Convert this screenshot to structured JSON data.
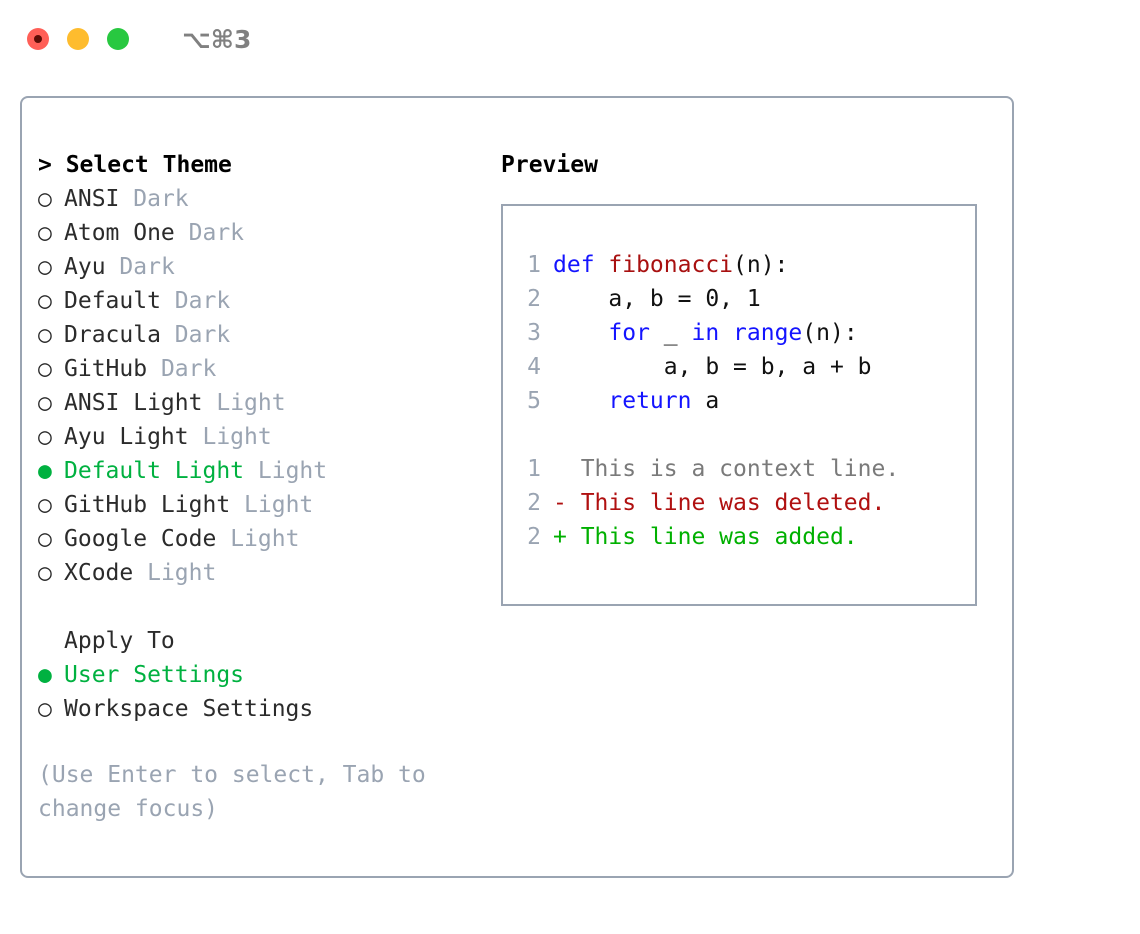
{
  "titlebar": {
    "shortcut": "⌥⌘3",
    "buttons": {
      "close": "close",
      "minimize": "minimize",
      "maximize": "maximize"
    }
  },
  "left": {
    "heading": "> Select Theme",
    "caret": ">",
    "heading_label": "Select Theme",
    "bullet_selected": "●",
    "bullet_unselected": "○",
    "themes": [
      {
        "name": "ANSI",
        "variant": "Dark",
        "selected": false
      },
      {
        "name": "Atom One",
        "variant": "Dark",
        "selected": false
      },
      {
        "name": "Ayu",
        "variant": "Dark",
        "selected": false
      },
      {
        "name": "Default",
        "variant": "Dark",
        "selected": false
      },
      {
        "name": "Dracula",
        "variant": "Dark",
        "selected": false
      },
      {
        "name": "GitHub",
        "variant": "Dark",
        "selected": false
      },
      {
        "name": "ANSI Light",
        "variant": "Light",
        "selected": false
      },
      {
        "name": "Ayu Light",
        "variant": "Light",
        "selected": false
      },
      {
        "name": "Default Light",
        "variant": "Light",
        "selected": true
      },
      {
        "name": "GitHub Light",
        "variant": "Light",
        "selected": false
      },
      {
        "name": "Google Code",
        "variant": "Light",
        "selected": false
      },
      {
        "name": "XCode",
        "variant": "Light",
        "selected": false
      }
    ],
    "apply_to": {
      "heading": "Apply To",
      "options": [
        {
          "label": "User Settings",
          "selected": true
        },
        {
          "label": "Workspace Settings",
          "selected": false
        }
      ]
    },
    "hint": "(Use Enter to select, Tab to change focus)"
  },
  "right": {
    "title": "Preview",
    "code_lines": [
      {
        "num": "1",
        "tokens": [
          {
            "t": "def ",
            "c": "kw"
          },
          {
            "t": "fibonacci",
            "c": "fn"
          },
          {
            "t": "(n):",
            "c": "pl"
          }
        ]
      },
      {
        "num": "2",
        "tokens": [
          {
            "t": "    a, b = 0, 1",
            "c": "pl"
          }
        ]
      },
      {
        "num": "3",
        "tokens": [
          {
            "t": "    ",
            "c": "pl"
          },
          {
            "t": "for",
            "c": "kw"
          },
          {
            "t": " _ ",
            "c": "pl"
          },
          {
            "t": "in",
            "c": "kw"
          },
          {
            "t": " ",
            "c": "pl"
          },
          {
            "t": "range",
            "c": "kw"
          },
          {
            "t": "(n):",
            "c": "pl"
          }
        ]
      },
      {
        "num": "4",
        "tokens": [
          {
            "t": "        a, b = b, a + b",
            "c": "pl"
          }
        ]
      },
      {
        "num": "5",
        "tokens": [
          {
            "t": "    ",
            "c": "pl"
          },
          {
            "t": "return",
            "c": "kw"
          },
          {
            "t": " a",
            "c": "pl"
          }
        ]
      }
    ],
    "diff_lines": [
      {
        "num": "1",
        "marker": "  ",
        "text": "This is a context line.",
        "kind": "ctx"
      },
      {
        "num": "2",
        "marker": "- ",
        "text": "This line was deleted.",
        "kind": "del"
      },
      {
        "num": "2",
        "marker": "+ ",
        "text": "This line was added.",
        "kind": "add"
      }
    ]
  },
  "colors": {
    "accent_green": "#00b140",
    "muted": "#9aa4b2",
    "keyword_blue": "#1414ff",
    "function_red": "#a81010",
    "diff_add": "#00b000",
    "diff_del": "#b01010",
    "border": "#9aa4b2"
  }
}
